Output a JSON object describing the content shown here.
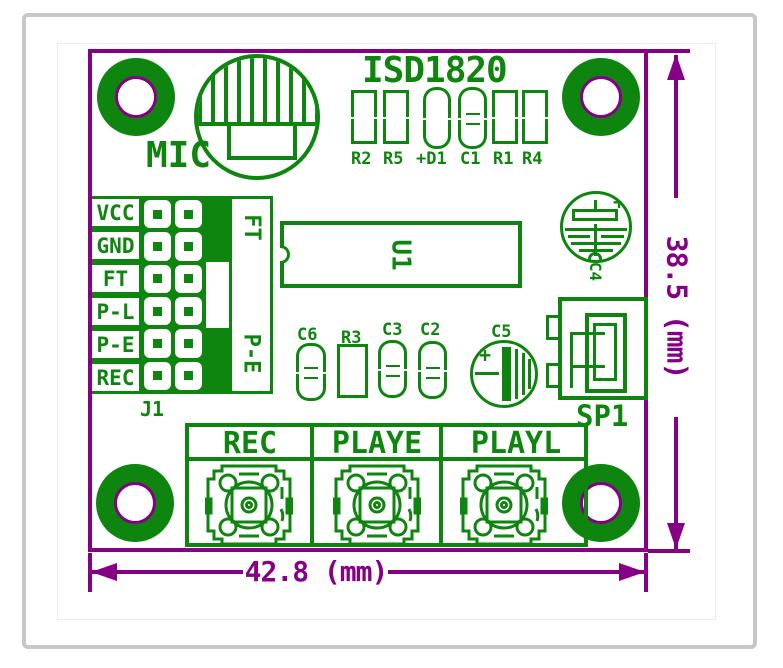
{
  "colors": {
    "silkscreen_green": "#0e850e",
    "outline_purple": "#860086",
    "frame_gray": "#c7c7c7"
  },
  "board": {
    "title": "ISD1820",
    "mic": {
      "label": "MIC"
    },
    "top_components": {
      "labels": [
        "R2",
        "R5",
        "+D1",
        "C1",
        "R1",
        "R4"
      ]
    },
    "j1": {
      "label": "J1",
      "pins": [
        "VCC",
        "GND",
        "FT",
        "P-L",
        "P-E",
        "REC"
      ],
      "jumper_top_label": "FT",
      "jumper_bottom_label": "P-E"
    },
    "u1": {
      "label": "U1"
    },
    "c4": {
      "label": "C4",
      "plus": "+"
    },
    "mid_components": {
      "labels": [
        "C6",
        "R3",
        "C3",
        "C2",
        "C5"
      ],
      "c5_plus": "+"
    },
    "sp1": {
      "label": "SP1"
    },
    "buttons": {
      "labels": [
        "REC",
        "PLAYE",
        "PLAYL"
      ]
    }
  },
  "dimensions": {
    "horizontal": "42.8 (mm)",
    "vertical": "38.5 (mm)"
  }
}
